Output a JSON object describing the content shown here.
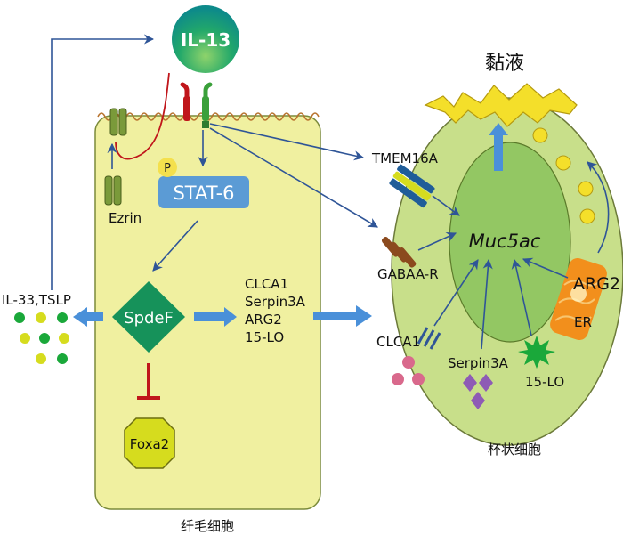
{
  "ligand": {
    "label": "IL-13"
  },
  "ciliated_cell": {
    "caption": "纤毛细胞",
    "ezrin_label": "Ezrin",
    "phospho_label": "P",
    "stat_label": "STAT-6",
    "spdef_label": "SpdeF",
    "foxa2_label": "Foxa2",
    "target_genes": [
      "CLCA1",
      "Serpin3A",
      "ARG2",
      "15-LO"
    ],
    "secreted_label": "IL-33,TSLP"
  },
  "goblet_cell": {
    "caption": "杯状细胞",
    "mucus_label": "黏液",
    "muc_label": "Muc5ac",
    "tmem_label": "TMEM16A",
    "gabaa_label": "GABAA-R",
    "clca_label": "CLCA1",
    "serpin_label": "Serpin3A",
    "lo_label": "15-LO",
    "arg_label": "ARG2",
    "er_label": "ER"
  },
  "colors": {
    "ciliated_fill": "#f0f0a0",
    "goblet_fill": "#c8df8a",
    "nucleus_fill": "#93c763",
    "arrow_blue": "#2f5597",
    "thick_arrow": "#4a90d9",
    "mucus_yellow": "#f4df2a",
    "inhibit_red": "#c0161b",
    "stat_blue": "#5b9bd5"
  }
}
